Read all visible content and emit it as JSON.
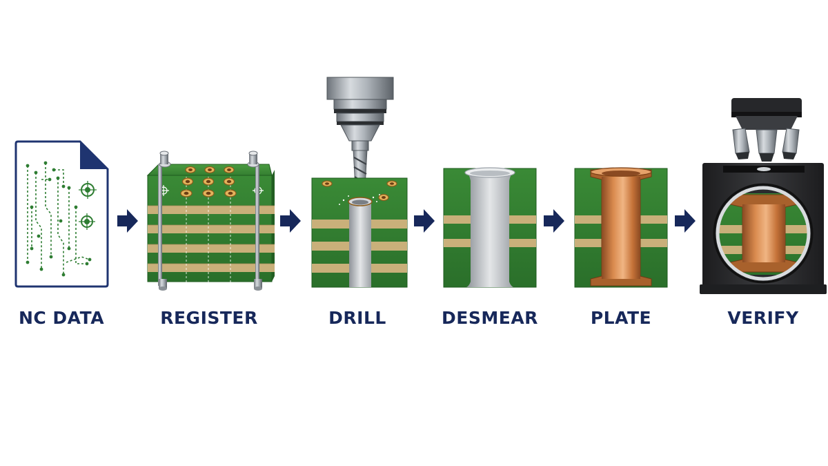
{
  "diagram": {
    "type": "process-flow",
    "steps": [
      {
        "id": "nc-data",
        "label": "NC DATA",
        "icon": "nc-data-file-icon"
      },
      {
        "id": "register",
        "label": "REGISTER",
        "icon": "registered-panel-stack-icon"
      },
      {
        "id": "drill",
        "label": "DRILL",
        "icon": "drill-spindle-icon"
      },
      {
        "id": "desmear",
        "label": "DESMEAR",
        "icon": "desmeared-hole-icon"
      },
      {
        "id": "plate",
        "label": "PLATE",
        "icon": "plated-hole-icon"
      },
      {
        "id": "verify",
        "label": "VERIFY",
        "icon": "microscope-icon"
      }
    ],
    "connector_icon": "right-arrow-icon"
  },
  "colors": {
    "label_text": "#17285a",
    "arrow": "#17285a",
    "pcb_green": "#2f7d2e",
    "pcb_green_dark": "#1f5a20",
    "prepreg_tan": "#c9b07a",
    "copper": "#c9773d",
    "steel": "#9aa1a8",
    "file_outline": "#1f3470"
  }
}
